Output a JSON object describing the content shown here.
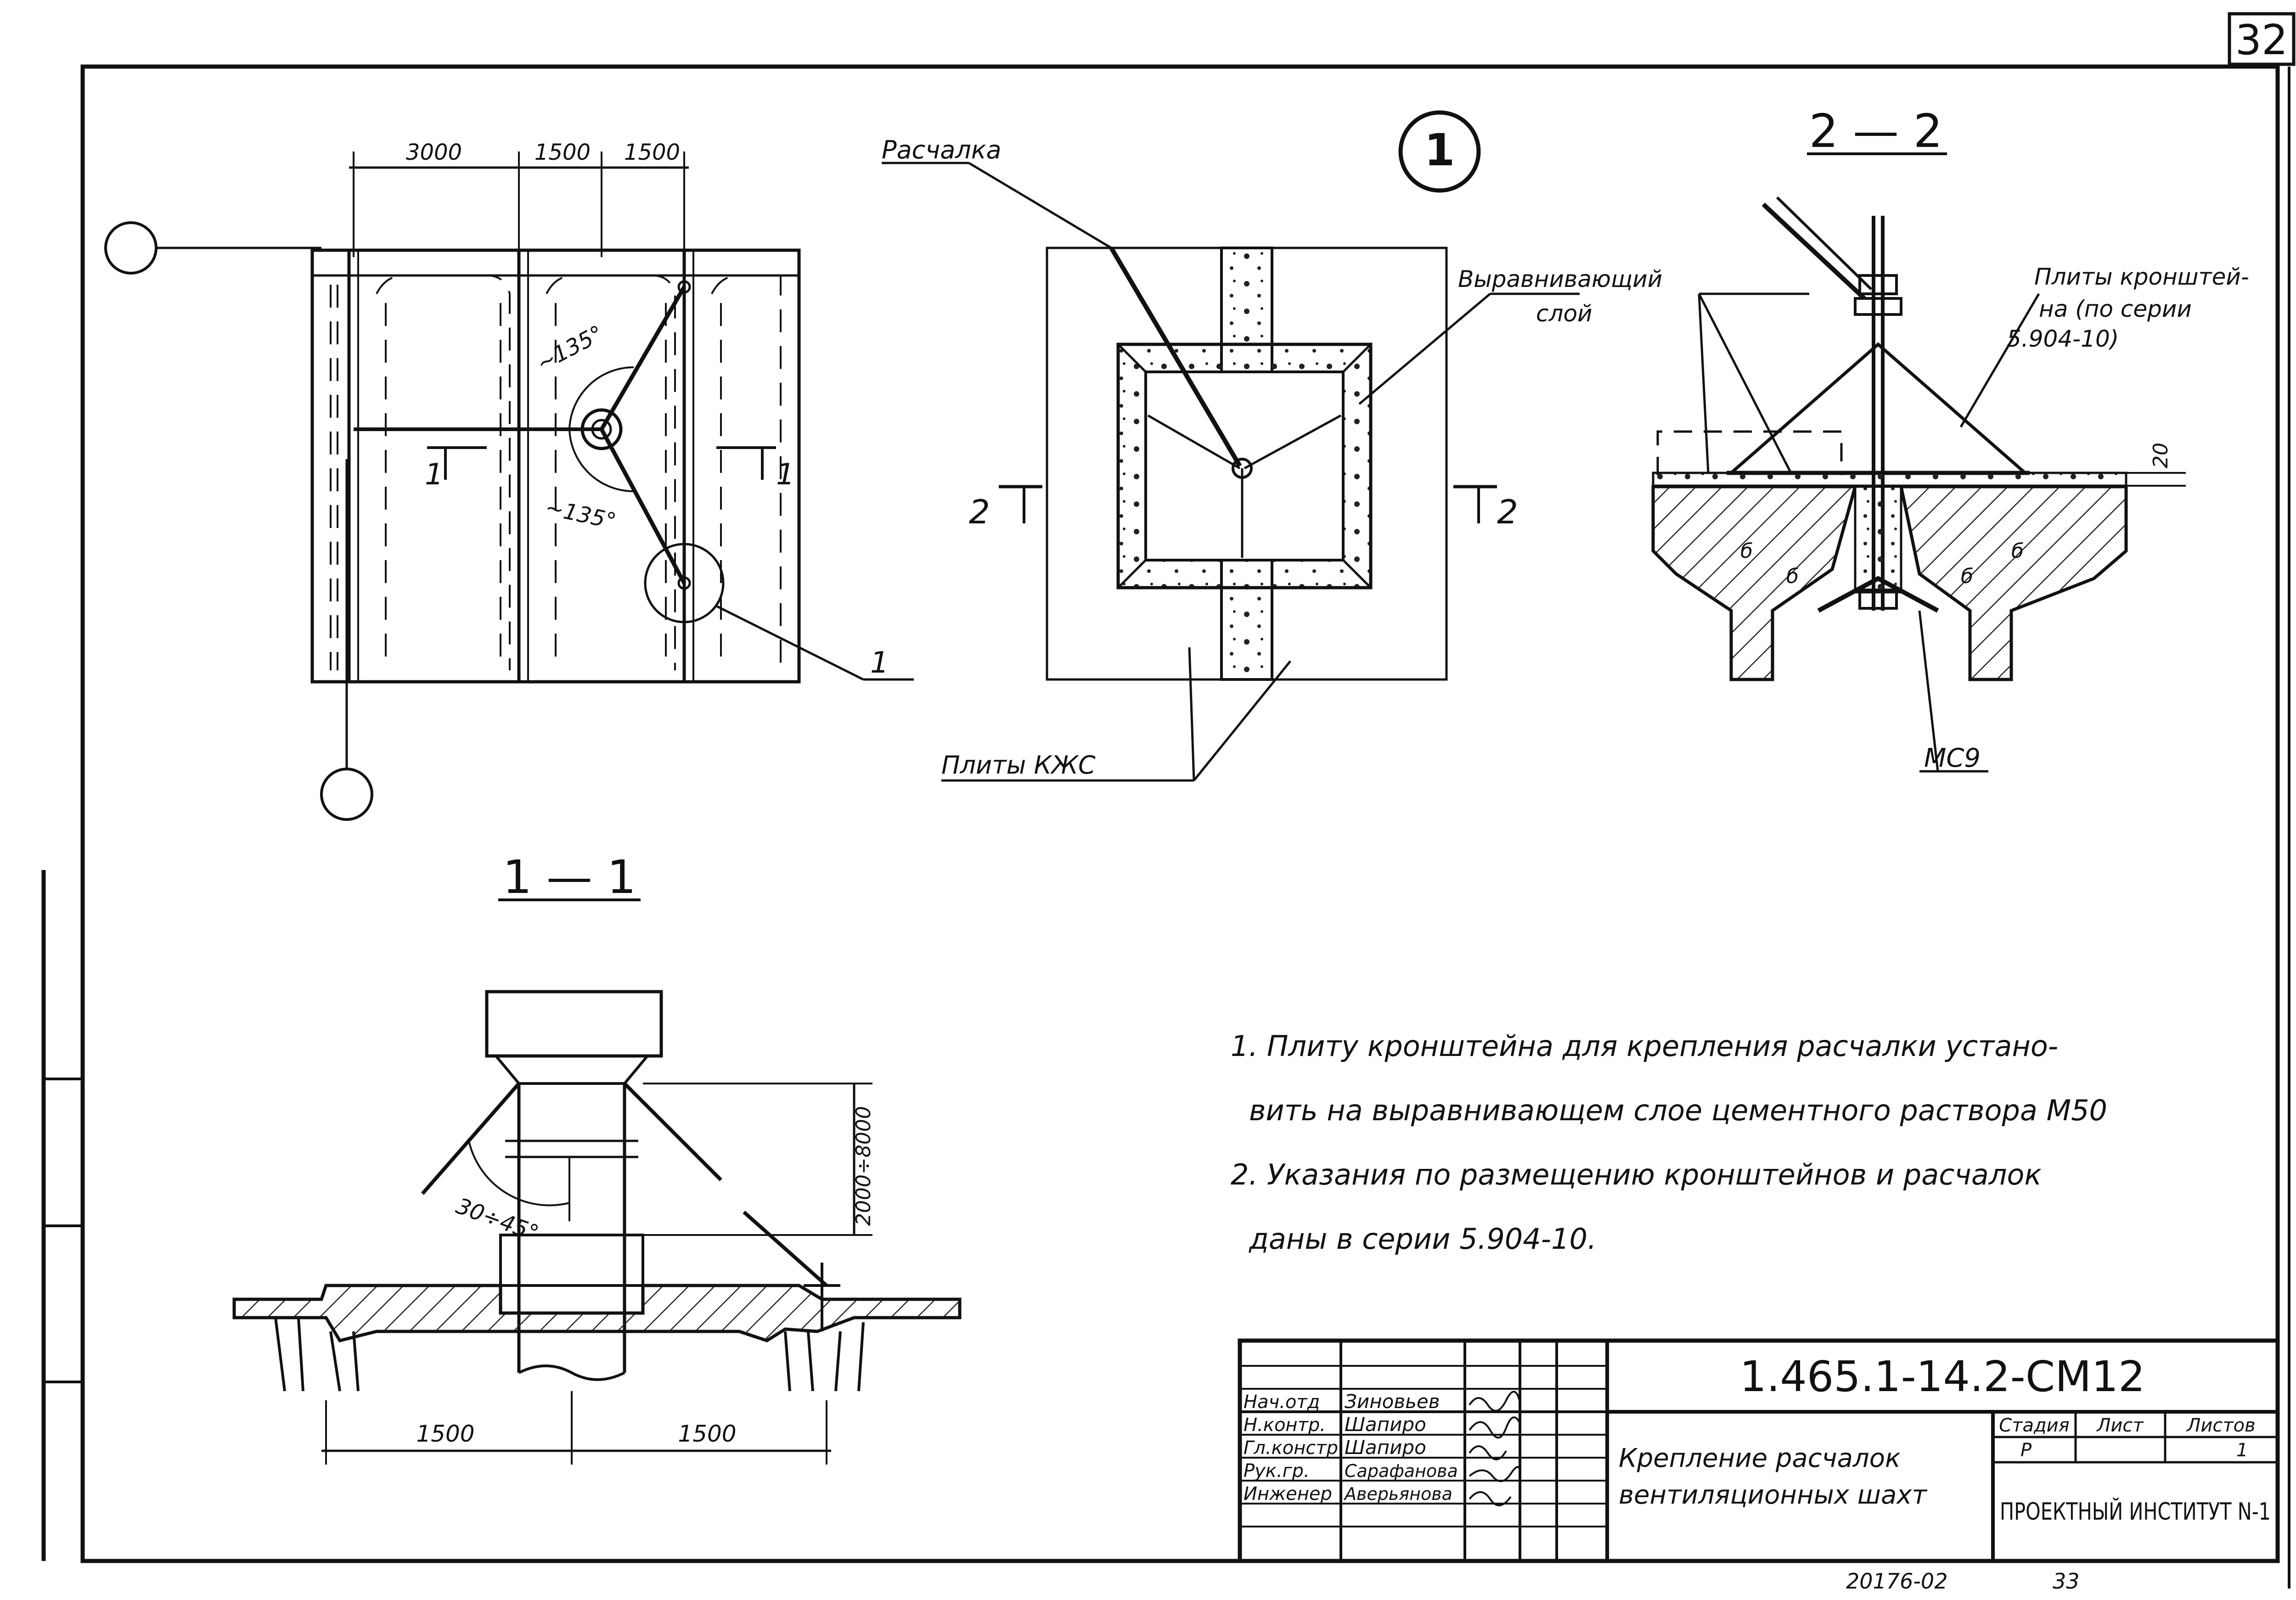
{
  "sheet": {
    "number": "32",
    "bottom_code": "20176-02",
    "bottom_page": "33"
  },
  "plan": {
    "dims": [
      "3000",
      "1500",
      "1500"
    ],
    "angles": [
      "~135°",
      "~135°"
    ],
    "section_marks": [
      "1",
      "1"
    ],
    "callout": "1"
  },
  "detail1": {
    "title": "1",
    "labels": {
      "guy_wire": "Расчалка",
      "leveling_layer_1": "Выравнивающий",
      "leveling_layer_2": "слой",
      "plates": "Плиты КЖС"
    },
    "section_marks": [
      "2",
      "2"
    ]
  },
  "section22": {
    "title": "2 — 2",
    "labels": {
      "bracket_1": "Плиты кронштей-",
      "bracket_2": "на (по серии",
      "bracket_3": "5.904-10)",
      "dim": "20",
      "profile": "МС9",
      "marks": [
        "б",
        "б",
        "б",
        "б"
      ]
    }
  },
  "section11": {
    "title": "1 — 1",
    "labels": {
      "angle": "30÷45°",
      "height": "2000÷8000",
      "dims": [
        "1500",
        "1500"
      ]
    }
  },
  "notes": [
    "1. Плиту кронштейна для крепления расчалки устано-",
    "вить на выравнивающем слое цементного раствора М50",
    "2. Указания по размещению кронштейнов и расчалок",
    "даны в серии 5.904-10."
  ],
  "title_block": {
    "code": "1.465.1-14.2-СМ12",
    "roles": [
      "Нач.отд",
      "Н.контр.",
      "Гл.констр",
      "Рук.гр.",
      "Инженер"
    ],
    "names": [
      "Зиновьев",
      "Шапиро",
      "Шапиро",
      "Сарафанова",
      "Аверьянова"
    ],
    "title_1": "Крепление расчалок",
    "title_2": "вентиляционных шахт",
    "headers": [
      "Стадия",
      "Лист",
      "Листов"
    ],
    "values": [
      "Р",
      "",
      "1"
    ],
    "organization": "ПРОЕКТНЫЙ ИНСТИТУТ N-1"
  }
}
